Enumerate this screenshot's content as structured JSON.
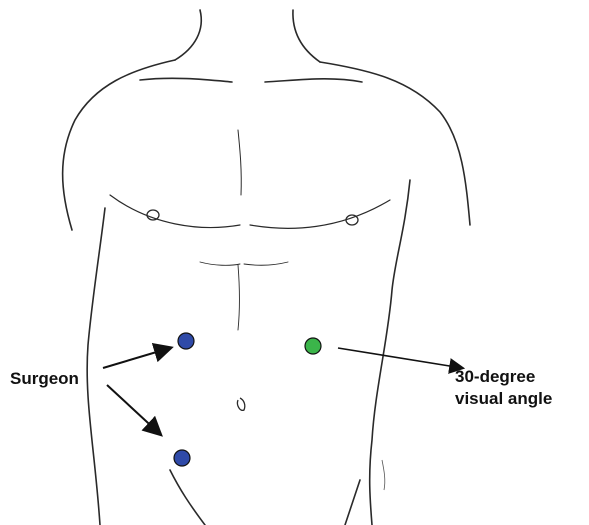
{
  "labels": {
    "surgeon": "Surgeon",
    "scope_line1": "30-degree",
    "scope_line2": "visual angle"
  },
  "colors": {
    "surgeon_port": "#2f4aa8",
    "scope_port": "#3bb54a",
    "outline": "#2a2a2a",
    "arrow": "#111111"
  }
}
